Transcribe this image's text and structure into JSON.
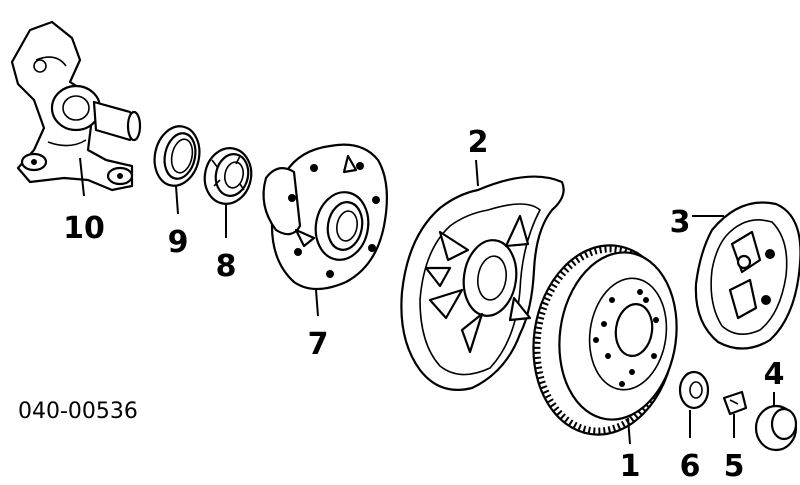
{
  "diagram": {
    "part_number": "040-00536",
    "callouts": [
      "1",
      "2",
      "3",
      "4",
      "5",
      "6",
      "7",
      "8",
      "9",
      "10"
    ]
  }
}
